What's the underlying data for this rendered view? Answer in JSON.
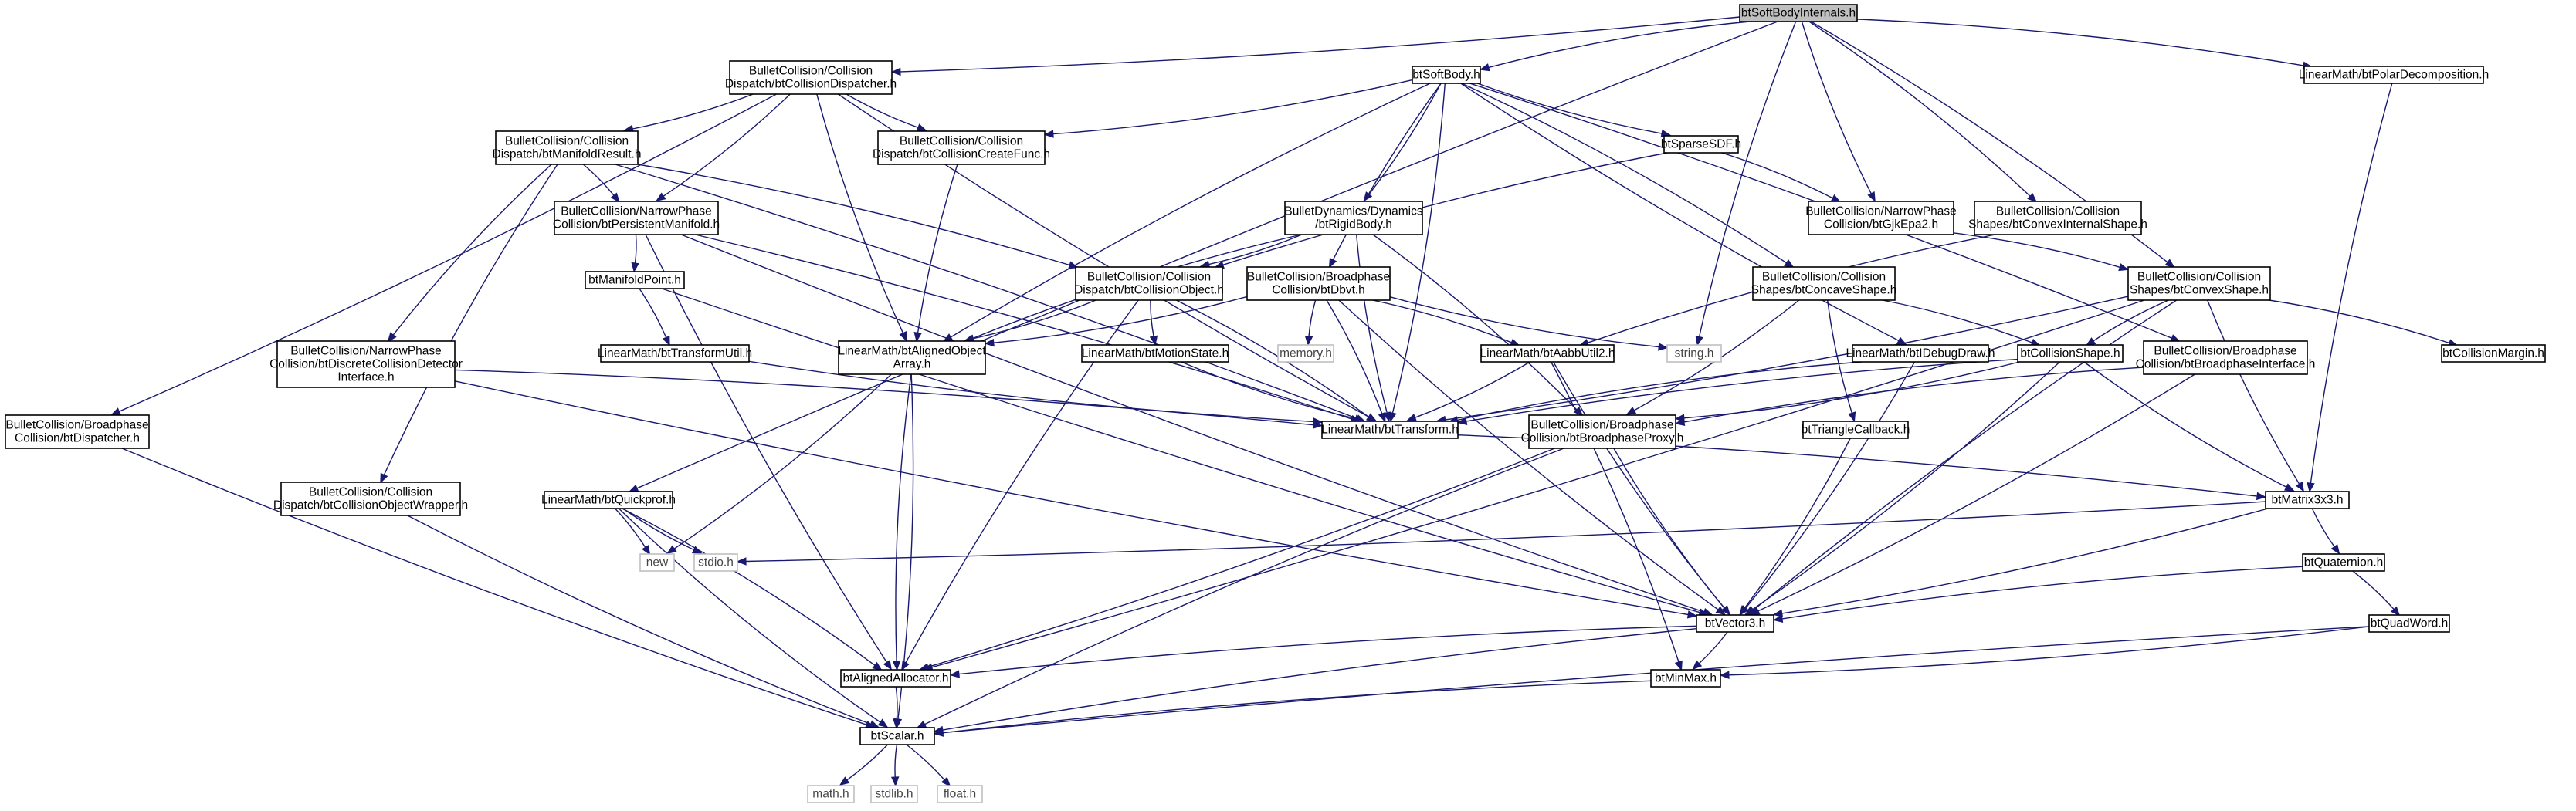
{
  "nodes": {
    "root": {
      "lines": [
        "btSoftBodyInternals.h"
      ],
      "kind": "root"
    },
    "colldisp": {
      "lines": [
        "BulletCollision/Collision",
        "Dispatch/btCollisionDispatcher.h"
      ]
    },
    "softbody": {
      "lines": [
        "btSoftBody.h"
      ]
    },
    "polardec": {
      "lines": [
        "LinearMath/btPolarDecomposition.h"
      ]
    },
    "manifoldres": {
      "lines": [
        "BulletCollision/Collision",
        "Dispatch/btManifoldResult.h"
      ]
    },
    "createfunc": {
      "lines": [
        "BulletCollision/Collision",
        "Dispatch/btCollisionCreateFunc.h"
      ]
    },
    "sparsesdf": {
      "lines": [
        "btSparseSDF.h"
      ]
    },
    "persmanifold": {
      "lines": [
        "BulletCollision/NarrowPhase",
        "Collision/btPersistentManifold.h"
      ]
    },
    "rigidbody": {
      "lines": [
        "BulletDynamics/Dynamics",
        "/btRigidBody.h"
      ]
    },
    "gjkepa2": {
      "lines": [
        "BulletCollision/NarrowPhase",
        "Collision/btGjkEpa2.h"
      ]
    },
    "convexinternal": {
      "lines": [
        "BulletCollision/Collision",
        "Shapes/btConvexInternalShape.h"
      ]
    },
    "manifoldpoint": {
      "lines": [
        "btManifoldPoint.h"
      ]
    },
    "collobject": {
      "lines": [
        "BulletCollision/Collision",
        "Dispatch/btCollisionObject.h"
      ]
    },
    "dbvt": {
      "lines": [
        "BulletCollision/Broadphase",
        "Collision/btDbvt.h"
      ]
    },
    "concaveshape": {
      "lines": [
        "BulletCollision/Collision",
        "Shapes/btConcaveShape.h"
      ]
    },
    "convexshape": {
      "lines": [
        "BulletCollision/Collision",
        "Shapes/btConvexShape.h"
      ]
    },
    "transformutil": {
      "lines": [
        "LinearMath/btTransformUtil.h"
      ]
    },
    "discretecoll": {
      "lines": [
        "BulletCollision/NarrowPhase",
        "Collision/btDiscreteCollisionDetector",
        "Interface.h"
      ]
    },
    "alignedarray": {
      "lines": [
        "LinearMath/btAlignedObject",
        "Array.h"
      ]
    },
    "motionstate": {
      "lines": [
        "LinearMath/btMotionState.h"
      ]
    },
    "memory": {
      "lines": [
        "memory.h"
      ],
      "kind": "ext"
    },
    "aabbutil": {
      "lines": [
        "LinearMath/btAabbUtil2.h"
      ]
    },
    "stringh": {
      "lines": [
        "string.h"
      ],
      "kind": "ext"
    },
    "idebugdraw": {
      "lines": [
        "LinearMath/btIDebugDraw.h"
      ]
    },
    "collshape": {
      "lines": [
        "btCollisionShape.h"
      ]
    },
    "broadiface": {
      "lines": [
        "BulletCollision/Broadphase",
        "Collision/btBroadphaseInterface.h"
      ]
    },
    "collmargin": {
      "lines": [
        "btCollisionMargin.h"
      ]
    },
    "dispatcher": {
      "lines": [
        "BulletCollision/Broadphase",
        "Collision/btDispatcher.h"
      ]
    },
    "transform": {
      "lines": [
        "LinearMath/btTransform.h"
      ]
    },
    "broadproxy": {
      "lines": [
        "BulletCollision/Broadphase",
        "Collision/btBroadphaseProxy.h"
      ]
    },
    "tricallback": {
      "lines": [
        "btTriangleCallback.h"
      ]
    },
    "collobjwrapper": {
      "lines": [
        "BulletCollision/Collision",
        "Dispatch/btCollisionObjectWrapper.h"
      ]
    },
    "quickprof": {
      "lines": [
        "LinearMath/btQuickprof.h"
      ]
    },
    "matrix3x3": {
      "lines": [
        "btMatrix3x3.h"
      ]
    },
    "newh": {
      "lines": [
        "new"
      ],
      "kind": "ext"
    },
    "stdio": {
      "lines": [
        "stdio.h"
      ],
      "kind": "ext"
    },
    "quaternion": {
      "lines": [
        "btQuaternion.h"
      ]
    },
    "vector3": {
      "lines": [
        "btVector3.h"
      ]
    },
    "quadword": {
      "lines": [
        "btQuadWord.h"
      ]
    },
    "alignedalloc": {
      "lines": [
        "btAlignedAllocator.h"
      ]
    },
    "minmax": {
      "lines": [
        "btMinMax.h"
      ]
    },
    "scalar": {
      "lines": [
        "btScalar.h"
      ]
    },
    "math": {
      "lines": [
        "math.h"
      ],
      "kind": "ext"
    },
    "stdlib": {
      "lines": [
        "stdlib.h"
      ],
      "kind": "ext"
    },
    "floath": {
      "lines": [
        "float.h"
      ],
      "kind": "ext"
    }
  },
  "edges": [
    [
      "root",
      "colldisp"
    ],
    [
      "root",
      "softbody"
    ],
    [
      "root",
      "polardec"
    ],
    [
      "root",
      "gjkepa2"
    ],
    [
      "root",
      "convexinternal"
    ],
    [
      "root",
      "quickprof"
    ],
    [
      "root",
      "convexshape"
    ],
    [
      "root",
      "stringh"
    ],
    [
      "colldisp",
      "manifoldres"
    ],
    [
      "colldisp",
      "createfunc"
    ],
    [
      "colldisp",
      "persmanifold"
    ],
    [
      "colldisp",
      "alignedarray"
    ],
    [
      "colldisp",
      "dispatcher"
    ],
    [
      "colldisp",
      "transform"
    ],
    [
      "softbody",
      "createfunc"
    ],
    [
      "softbody",
      "sparsesdf"
    ],
    [
      "softbody",
      "rigidbody"
    ],
    [
      "softbody",
      "dbvt"
    ],
    [
      "softbody",
      "concaveshape"
    ],
    [
      "softbody",
      "idebugdraw"
    ],
    [
      "softbody",
      "broadiface"
    ],
    [
      "softbody",
      "alignedarray"
    ],
    [
      "softbody",
      "transform"
    ],
    [
      "polardec",
      "matrix3x3"
    ],
    [
      "manifoldres",
      "persmanifold"
    ],
    [
      "manifoldres",
      "discretecoll"
    ],
    [
      "manifoldres",
      "collobject"
    ],
    [
      "manifoldres",
      "collobjwrapper"
    ],
    [
      "manifoldres",
      "transform"
    ],
    [
      "createfunc",
      "alignedarray"
    ],
    [
      "sparsesdf",
      "gjkepa2"
    ],
    [
      "sparsesdf",
      "collobject"
    ],
    [
      "persmanifold",
      "manifoldpoint"
    ],
    [
      "persmanifold",
      "alignedalloc"
    ],
    [
      "persmanifold",
      "transform"
    ],
    [
      "persmanifold",
      "vector3"
    ],
    [
      "rigidbody",
      "collobject"
    ],
    [
      "rigidbody",
      "alignedarray"
    ],
    [
      "rigidbody",
      "broadproxy"
    ],
    [
      "rigidbody",
      "transform"
    ],
    [
      "gjkepa2",
      "convexshape"
    ],
    [
      "convexinternal",
      "aabbutil"
    ],
    [
      "manifoldpoint",
      "transformutil"
    ],
    [
      "manifoldpoint",
      "vector3"
    ],
    [
      "collobject",
      "alignedarray"
    ],
    [
      "collobject",
      "motionstate"
    ],
    [
      "collobject",
      "transform"
    ],
    [
      "collobject",
      "alignedalloc"
    ],
    [
      "dbvt",
      "alignedarray"
    ],
    [
      "dbvt",
      "memory"
    ],
    [
      "dbvt",
      "aabbutil"
    ],
    [
      "dbvt",
      "stringh"
    ],
    [
      "dbvt",
      "transform"
    ],
    [
      "dbvt",
      "vector3"
    ],
    [
      "concaveshape",
      "collshape"
    ],
    [
      "concaveshape",
      "tricallback"
    ],
    [
      "concaveshape",
      "broadproxy"
    ],
    [
      "convexshape",
      "collshape"
    ],
    [
      "convexshape",
      "collmargin"
    ],
    [
      "convexshape",
      "matrix3x3"
    ],
    [
      "convexshape",
      "transform"
    ],
    [
      "convexshape",
      "vector3"
    ],
    [
      "convexshape",
      "alignedalloc"
    ],
    [
      "transformutil",
      "transform"
    ],
    [
      "discretecoll",
      "transform"
    ],
    [
      "discretecoll",
      "vector3"
    ],
    [
      "alignedarray",
      "newh"
    ],
    [
      "alignedarray",
      "alignedalloc"
    ],
    [
      "alignedarray",
      "scalar"
    ],
    [
      "motionstate",
      "transform"
    ],
    [
      "aabbutil",
      "transform"
    ],
    [
      "aabbutil",
      "vector3"
    ],
    [
      "aabbutil",
      "minmax"
    ],
    [
      "idebugdraw",
      "transform"
    ],
    [
      "idebugdraw",
      "vector3"
    ],
    [
      "collshape",
      "transform"
    ],
    [
      "collshape",
      "vector3"
    ],
    [
      "collshape",
      "matrix3x3"
    ],
    [
      "collshape",
      "broadproxy"
    ],
    [
      "broadiface",
      "broadproxy"
    ],
    [
      "broadiface",
      "vector3"
    ],
    [
      "dispatcher",
      "scalar"
    ],
    [
      "transform",
      "matrix3x3"
    ],
    [
      "broadproxy",
      "vector3"
    ],
    [
      "broadproxy",
      "alignedalloc"
    ],
    [
      "broadproxy",
      "scalar"
    ],
    [
      "tricallback",
      "vector3"
    ],
    [
      "collobjwrapper",
      "scalar"
    ],
    [
      "quickprof",
      "newh"
    ],
    [
      "quickprof",
      "stdio"
    ],
    [
      "quickprof",
      "alignedalloc"
    ],
    [
      "quickprof",
      "scalar"
    ],
    [
      "matrix3x3",
      "stdio"
    ],
    [
      "matrix3x3",
      "quaternion"
    ],
    [
      "matrix3x3",
      "vector3"
    ],
    [
      "quaternion",
      "vector3"
    ],
    [
      "quaternion",
      "quadword"
    ],
    [
      "quadword",
      "scalar"
    ],
    [
      "quadword",
      "minmax"
    ],
    [
      "vector3",
      "alignedalloc"
    ],
    [
      "vector3",
      "minmax"
    ],
    [
      "vector3",
      "scalar"
    ],
    [
      "alignedalloc",
      "scalar"
    ],
    [
      "minmax",
      "scalar"
    ],
    [
      "scalar",
      "math"
    ],
    [
      "scalar",
      "stdlib"
    ],
    [
      "scalar",
      "floath"
    ]
  ]
}
